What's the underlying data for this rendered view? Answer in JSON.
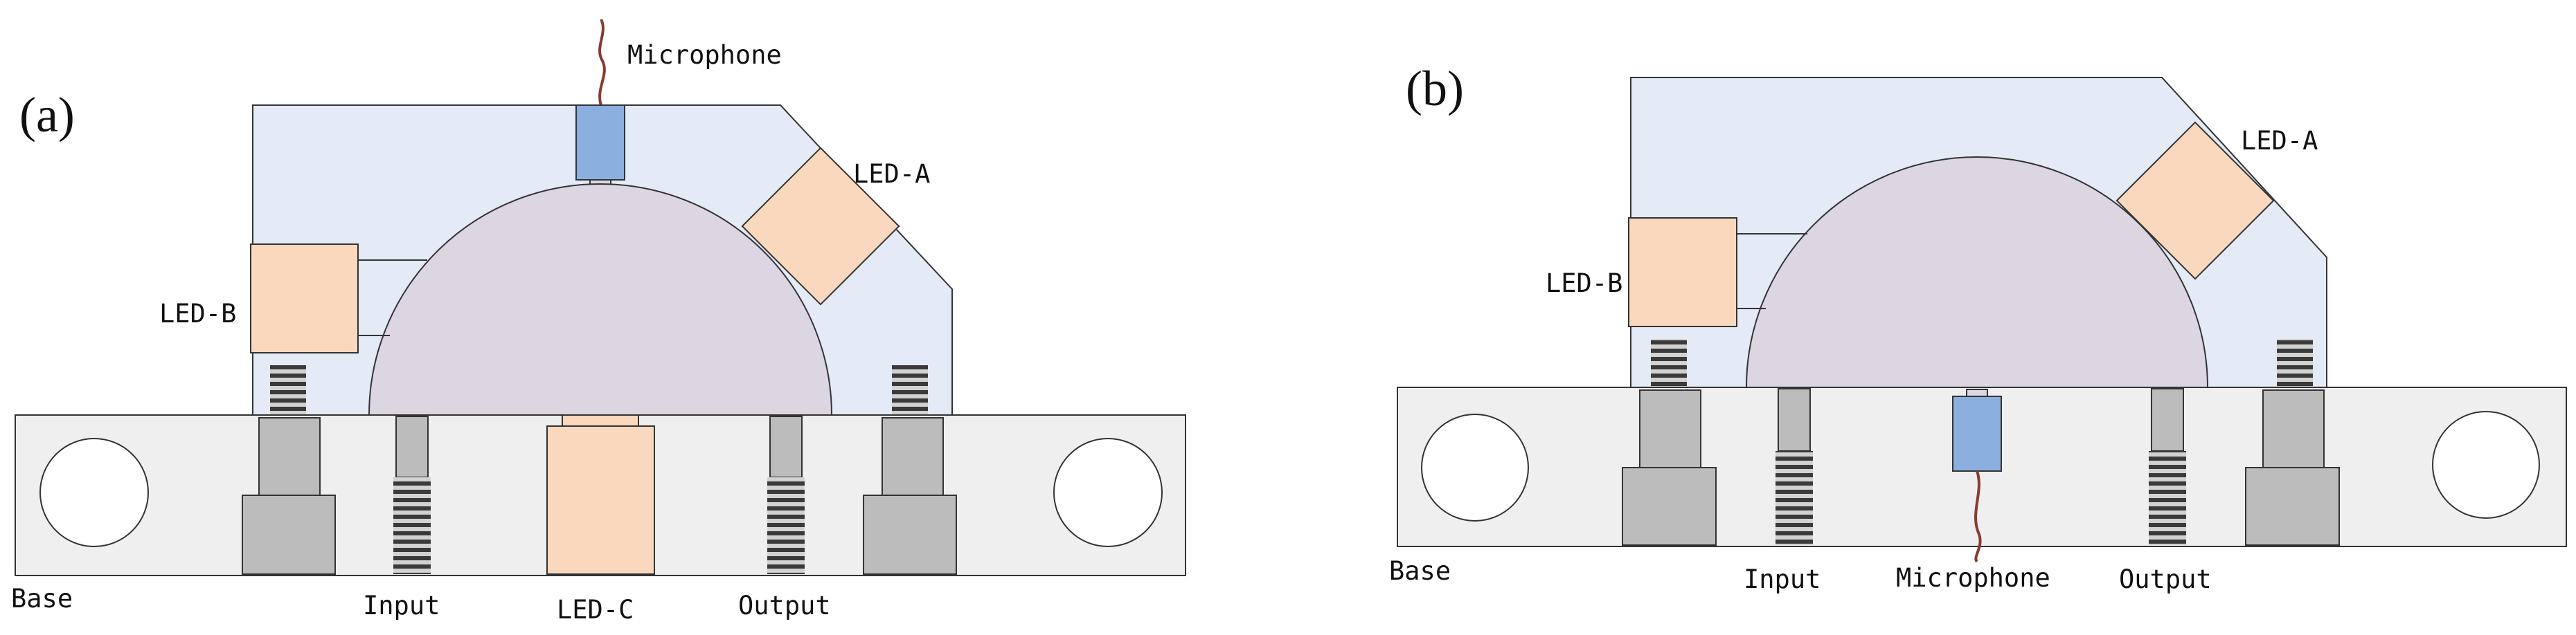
{
  "panels": {
    "a": {
      "label": "(a)",
      "labels": {
        "microphone": "Microphone",
        "led_a": "LED-A",
        "led_b": "LED-B",
        "led_c": "LED-C",
        "base": "Base",
        "input": "Input",
        "output": "Output"
      }
    },
    "b": {
      "label": "(b)",
      "labels": {
        "led_a": "LED-A",
        "led_b": "LED-B",
        "base": "Base",
        "input": "Input",
        "microphone": "Microphone",
        "output": "Output"
      }
    }
  },
  "colors": {
    "housing": "#e4ebf6",
    "dome": "#dcd6e3",
    "led": "#f9d8bd",
    "microphone": "#8bb0e0",
    "base": "#efefef",
    "connector": "#bcbcbc",
    "wire": "#8a3a30",
    "stroke": "#333333"
  }
}
